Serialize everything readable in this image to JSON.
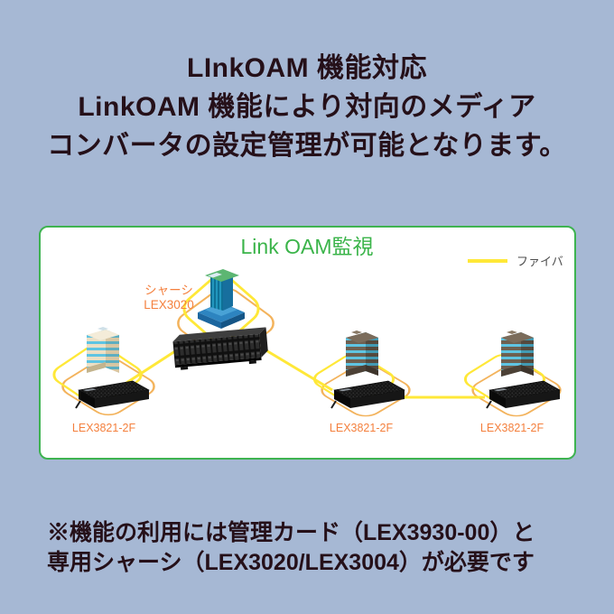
{
  "heading": {
    "lines": [
      "LInkOAM 機能対応",
      "LinkOAM 機能により対向のメディア",
      "コンバータの設定管理が可能となります。"
    ]
  },
  "diagram": {
    "title": "Link OAM監視",
    "legend": {
      "label": "ファイバ"
    },
    "chassis": {
      "label_line1": "シャーシ",
      "label_line2": "LEX3020"
    },
    "sites": [
      {
        "label": "LEX3821-2F"
      },
      {
        "label": "LEX3821-2F"
      },
      {
        "label": "LEX3821-2F"
      }
    ]
  },
  "footnote": {
    "lines": [
      "※機能の利用には管理カード（LEX3930-00）と",
      "専用シャーシ（LEX3020/LEX3004）が必要です"
    ]
  },
  "palette": {
    "background": "#a6b8d4",
    "panel_border_green": "#3eb350",
    "title_green": "#3bb44a",
    "fiber_yellow": "#ffe838",
    "loop_orange": "#f3b35c",
    "device_label_orange": "#f4803e",
    "heading_text": "#251019",
    "legend_text": "#4d4d4d"
  }
}
